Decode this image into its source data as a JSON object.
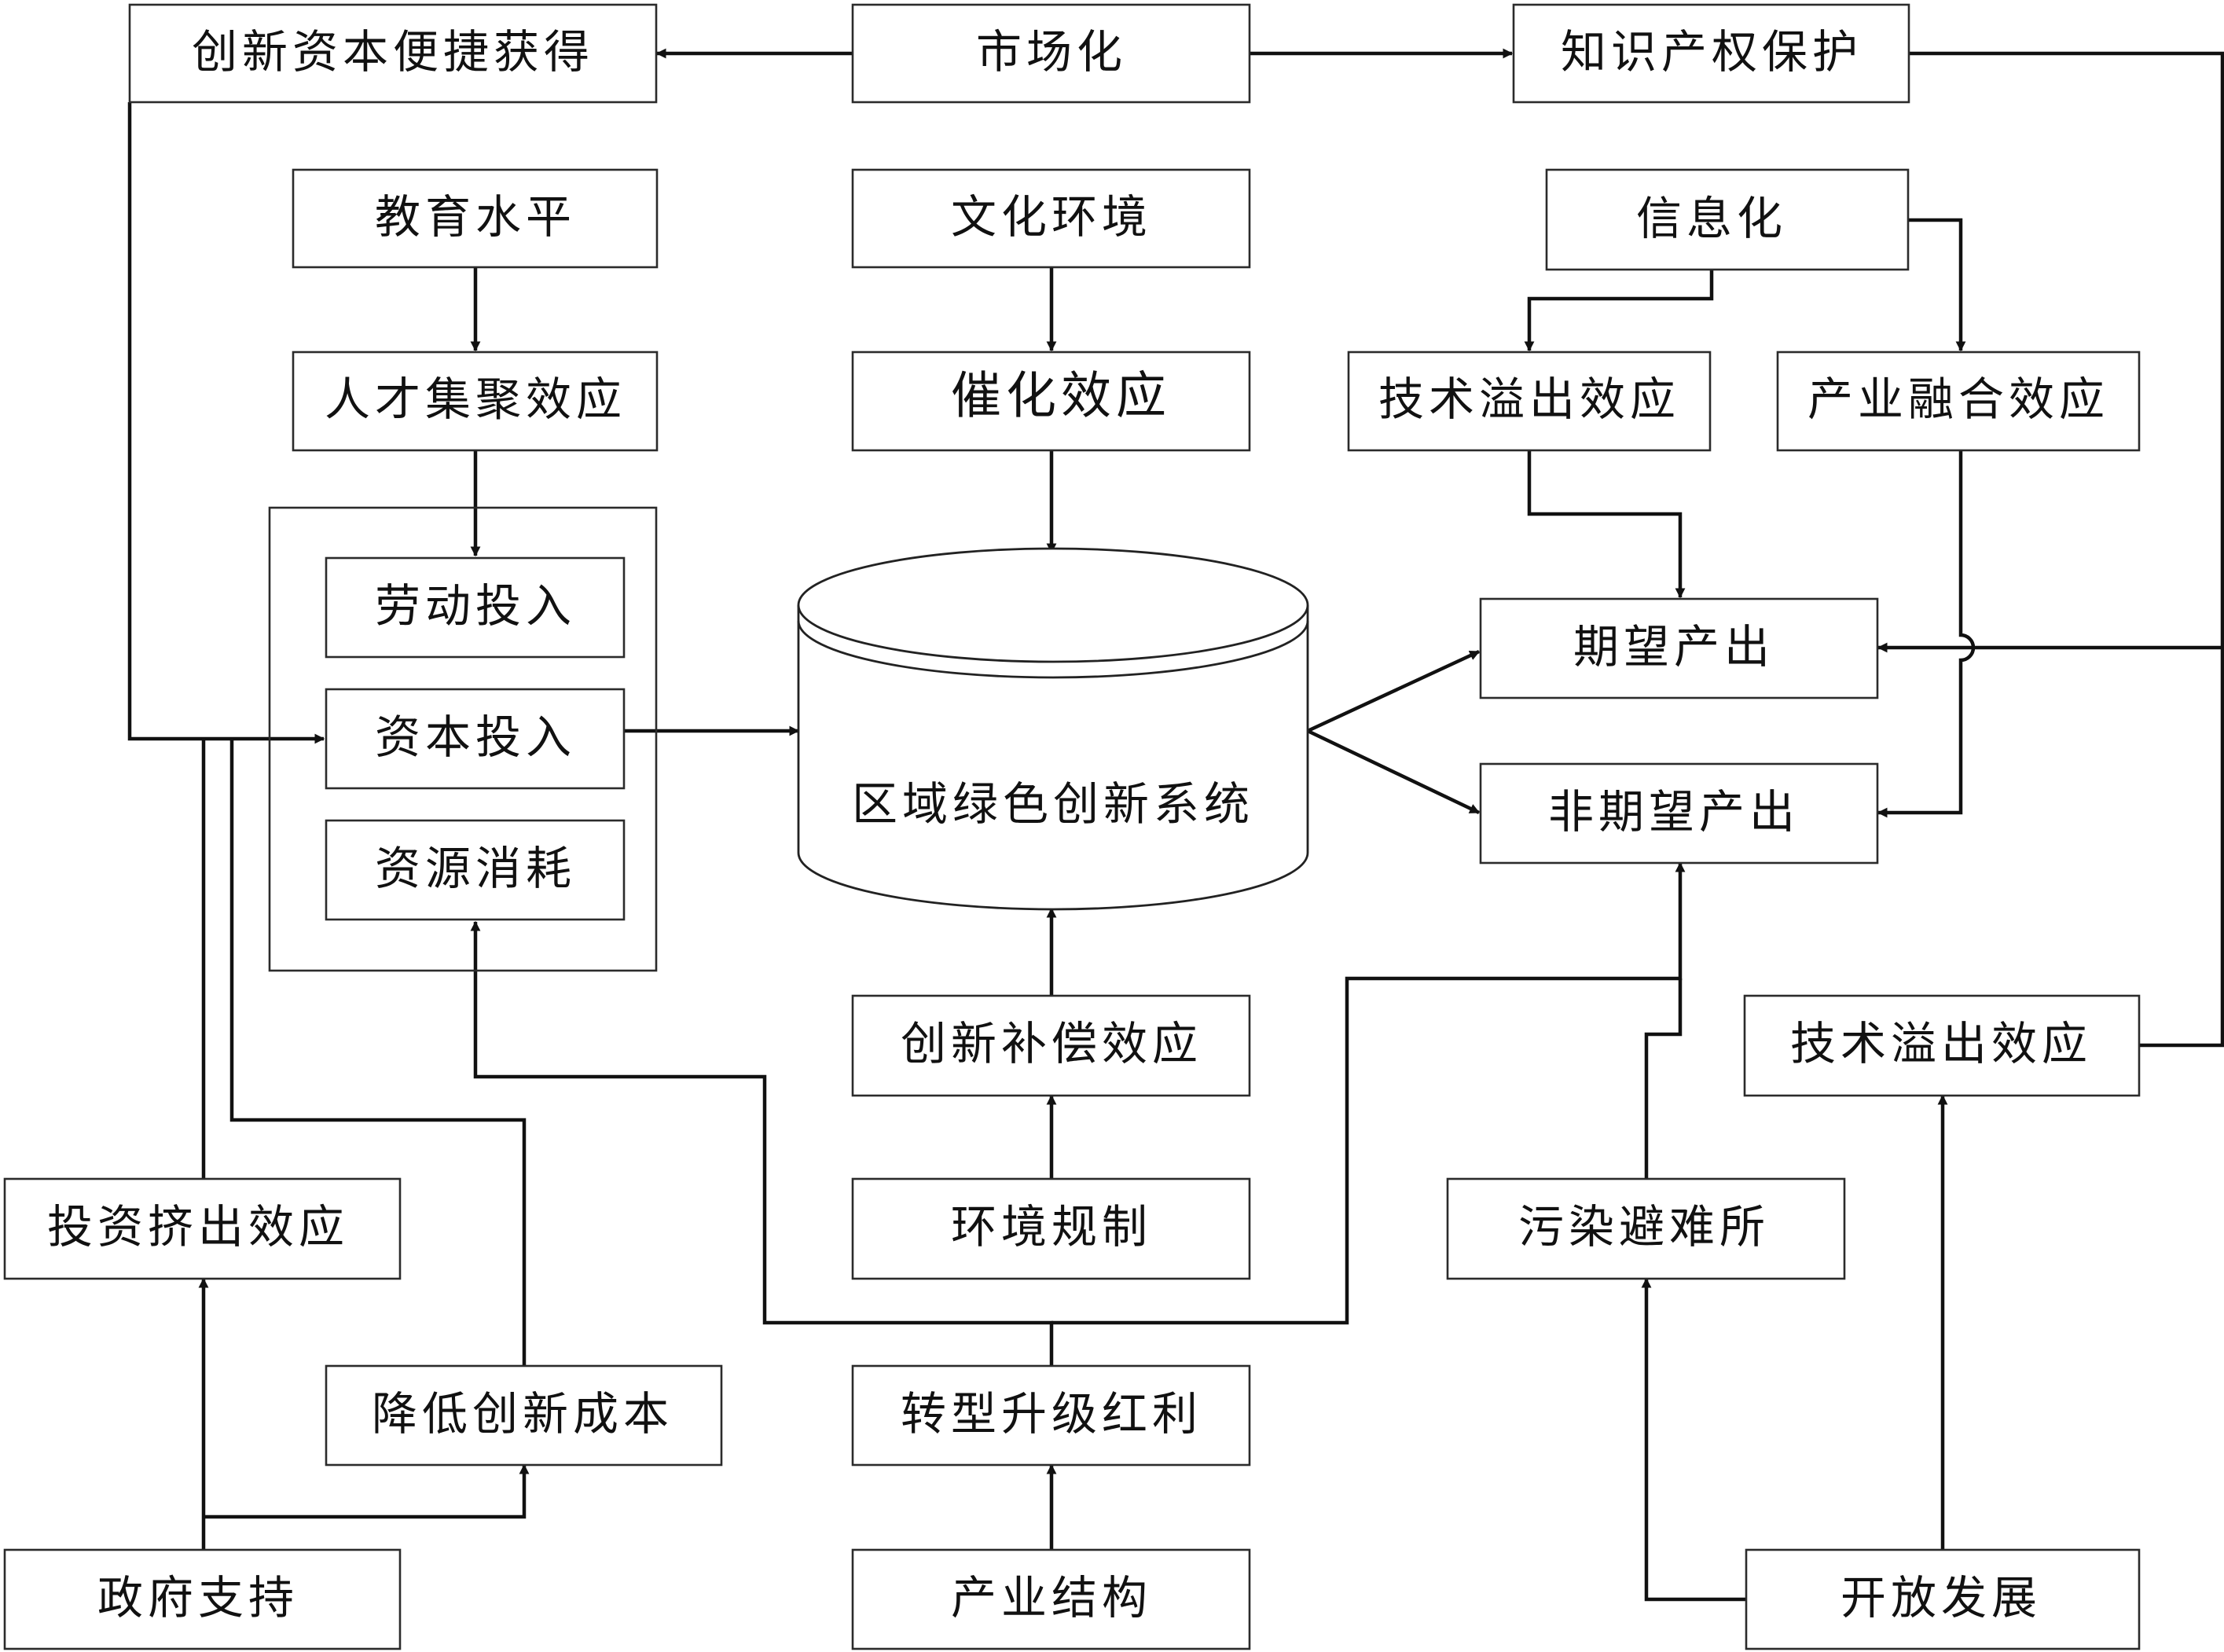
{
  "nodes": {
    "capital_access": "创新资本便捷获得",
    "marketization": "市场化",
    "ip_protection": "知识产权保护",
    "education": "教育水平",
    "culture": "文化环境",
    "informatization": "信息化",
    "talent_agglomeration": "人才集聚效应",
    "catalytic_effect": "催化效应",
    "tech_spillover_top": "技术溢出效应",
    "industry_integration": "产业融合效应",
    "labor_input": "劳动投入",
    "capital_input": "资本投入",
    "resource_consumption": "资源消耗",
    "regional_green_innovation_system": "区域绿色创新系统",
    "desired_output": "期望产出",
    "undesired_output": "非期望产出",
    "innovation_compensation": "创新补偿效应",
    "tech_spillover_bottom": "技术溢出效应",
    "investment_crowding_out": "投资挤出效应",
    "environmental_regulation": "环境规制",
    "pollution_haven": "污染避难所",
    "reduce_innovation_cost": "降低创新成本",
    "transformation_dividend": "转型升级红利",
    "government_support": "政府支持",
    "industrial_structure": "产业结构",
    "open_development": "开放发展"
  }
}
